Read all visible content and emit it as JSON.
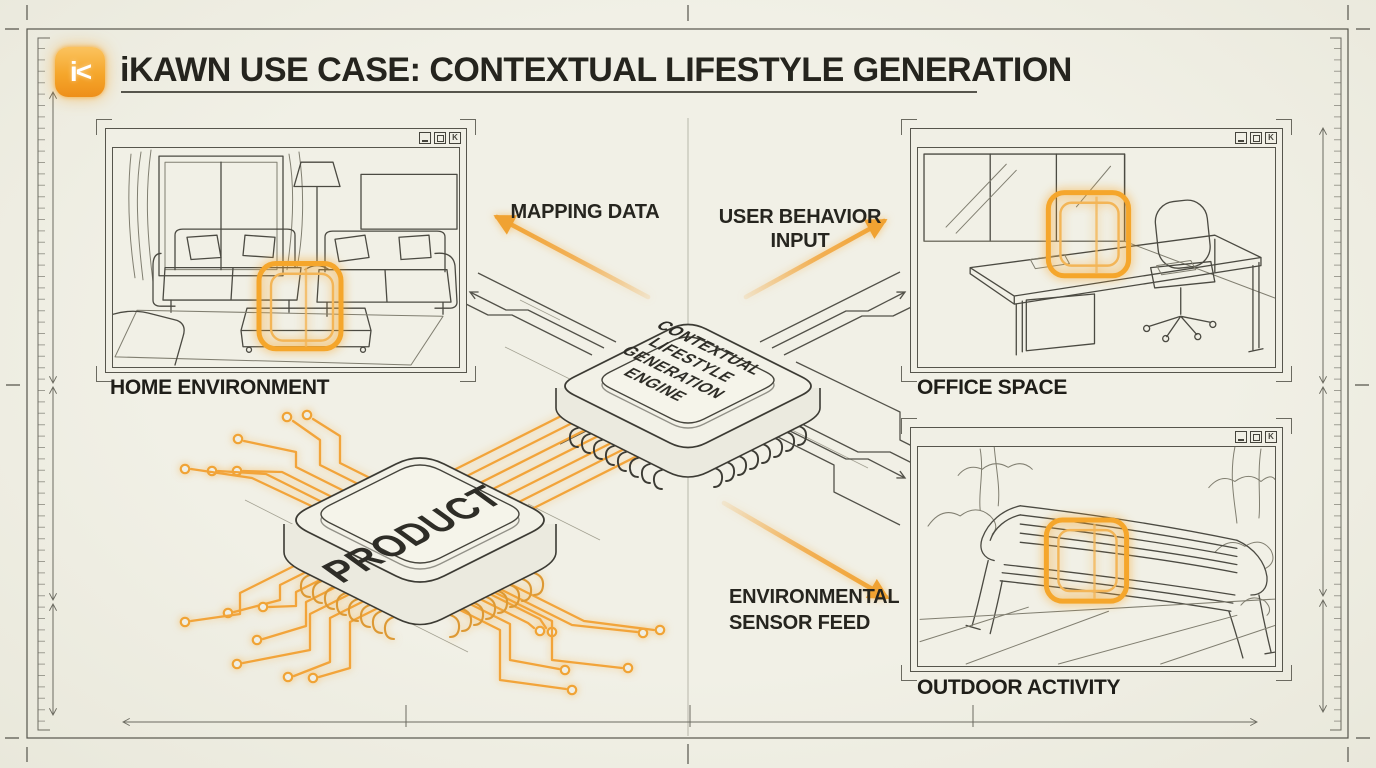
{
  "header": {
    "logo_glyph": "i<",
    "title": "iKAWN USE CASE: CONTEXTUAL LIFESTYLE GENERATION"
  },
  "panels": {
    "home": {
      "label": "HOME ENVIRONMENT"
    },
    "office": {
      "label": "OFFICE SPACE"
    },
    "outdoor": {
      "label": "OUTDOOR ACTIVITY"
    }
  },
  "window_controls": {
    "close_glyph": "K"
  },
  "chips": {
    "engine": {
      "lines": [
        "CONTEXTUAL",
        "LIFESTYLE",
        "GENERATION",
        "ENGINE"
      ]
    },
    "product": {
      "label": "PRODUCT"
    }
  },
  "flows": {
    "mapping": {
      "label": "MAPPING DATA"
    },
    "user_behavior": {
      "line1": "USER BEHAVIOR",
      "line2": "INPUT"
    },
    "environment": {
      "line1": "ENVIRONMENTAL",
      "line2": "SENSOR FEED"
    }
  },
  "colors": {
    "accent": "#F5A62B",
    "ink": "#44433C",
    "background": "#EFEEE4"
  }
}
